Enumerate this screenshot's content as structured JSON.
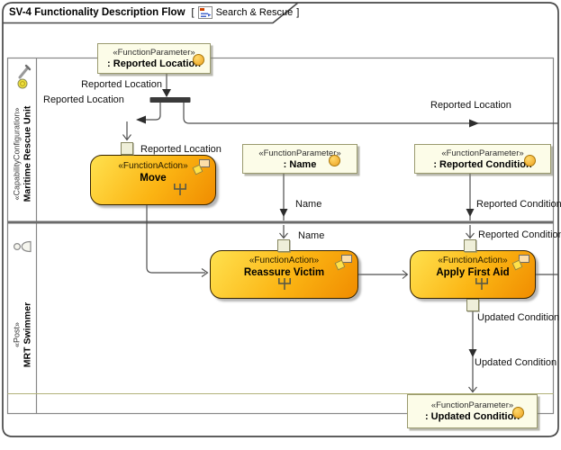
{
  "title": {
    "main": "SV-4 Functionality Description Flow",
    "bracket_open": "[",
    "context": "Search & Rescue",
    "bracket_close": "]"
  },
  "lanes": [
    {
      "stereotype": "«CapabilityConfiguration»",
      "name": "Maritime Rescue Unit"
    },
    {
      "stereotype": "«Post»",
      "name": "MRT Swimmer"
    }
  ],
  "nodes": {
    "parameters": [
      {
        "stereotype": "«FunctionParameter»",
        "name": ": Reported Location"
      },
      {
        "stereotype": "«FunctionParameter»",
        "name": ": Name"
      },
      {
        "stereotype": "«FunctionParameter»",
        "name": ": Reported Condition"
      },
      {
        "stereotype": "«FunctionParameter»",
        "name": ": Updated Condition"
      }
    ],
    "actions": [
      {
        "stereotype": "«FunctionAction»",
        "name": "Move"
      },
      {
        "stereotype": "«FunctionAction»",
        "name": "Reassure Victim"
      },
      {
        "stereotype": "«FunctionAction»",
        "name": "Apply First Aid"
      }
    ]
  },
  "edge_labels": {
    "reported_location": "Reported Location",
    "name": "Name",
    "reported_condition": "Reported Condition",
    "updated_condition": "Updated Condition"
  },
  "colors": {
    "action_fill_top": "#FFE14E",
    "action_fill_bottom": "#F08C00",
    "action_border": "#332200",
    "parameter_fill": "#FCFCE8",
    "parameter_border": "#9A9A6E",
    "pin_fill": "#EFEFD9",
    "accent_circle": "#EDA224",
    "flow_line": "#4D4D4D",
    "fork_bar": "#3A3A3A",
    "lane_border": "#878787"
  }
}
